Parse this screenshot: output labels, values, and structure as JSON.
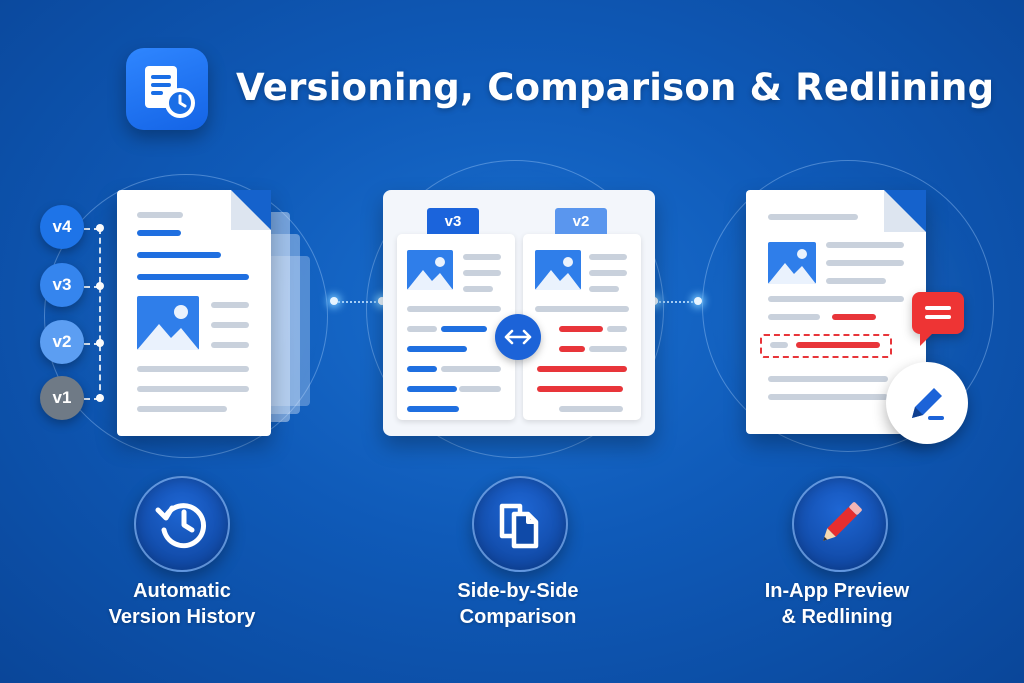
{
  "header": {
    "title": "Versioning, Comparison & Redlining",
    "app_icon": "document-clock-icon"
  },
  "versions": {
    "badges": [
      {
        "label": "v4",
        "color": "#1e74e8"
      },
      {
        "label": "v3",
        "color": "#3585ee"
      },
      {
        "label": "v2",
        "color": "#5c9ef2"
      },
      {
        "label": "v1",
        "color": "#6f7a86"
      }
    ]
  },
  "comparison": {
    "left_tab": "v3",
    "right_tab": "v2",
    "left_tab_color": "#1b64dc",
    "right_tab_color": "#5a96ee",
    "swap_icon": "swap-arrows-icon"
  },
  "redline": {
    "comment_icon": "comment-bubble-icon",
    "edit_icon": "pen-icon"
  },
  "features": [
    {
      "label_line1": "Automatic",
      "label_line2": "Version History",
      "icon": "history-clock-icon"
    },
    {
      "label_line1": "Side-by-Side",
      "label_line2": "Comparison",
      "icon": "copy-documents-icon"
    },
    {
      "label_line1": "In-App Preview",
      "label_line2": "& Redlining",
      "icon": "red-pencil-icon"
    }
  ],
  "colors": {
    "background": "#0f5ab8",
    "accent_blue": "#1f6fe0",
    "redline": "#e8353a"
  }
}
